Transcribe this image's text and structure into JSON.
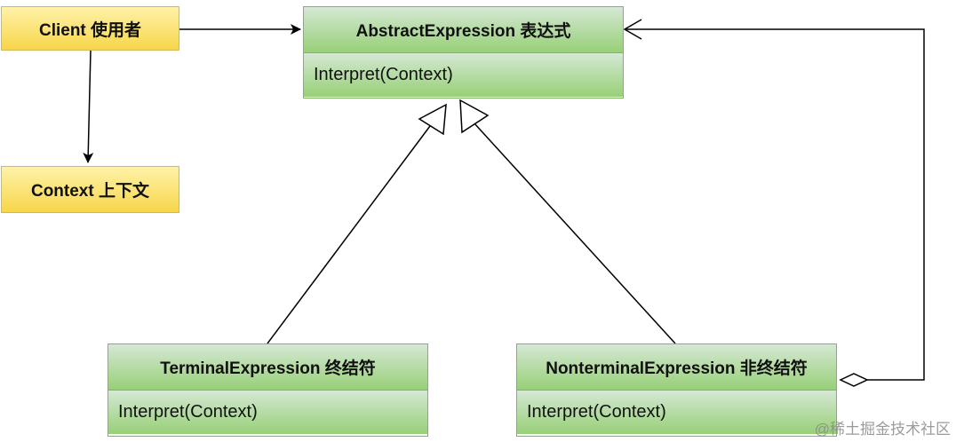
{
  "client": {
    "label": "Client 使用者"
  },
  "context": {
    "label": "Context 上下文"
  },
  "abstract_expression": {
    "name": "AbstractExpression 表达式",
    "method": "Interpret(Context)"
  },
  "terminal_expression": {
    "name": "TerminalExpression 终结符",
    "method": "Interpret(Context)"
  },
  "nonterminal_expression": {
    "name": "NonterminalExpression 非终结符",
    "method": "Interpret(Context)"
  },
  "watermark": {
    "text": "@稀土掘金技术社区"
  },
  "colors": {
    "note_fill": "#f7d64a",
    "note_border": "#d6b656",
    "class_fill": "#97d077",
    "class_border": "#82b366",
    "line": "#000000"
  }
}
